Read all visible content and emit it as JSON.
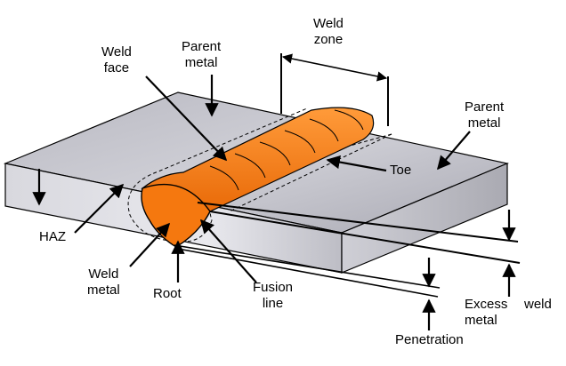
{
  "labels": {
    "weld_zone": [
      "Weld",
      "zone"
    ],
    "weld_face": [
      "Weld",
      "face"
    ],
    "parent_metal_top": [
      "Parent",
      "metal"
    ],
    "parent_metal_right": [
      "Parent",
      "metal"
    ],
    "toe": "Toe",
    "haz": "HAZ",
    "weld_metal": [
      "Weld",
      "metal"
    ],
    "root": "Root",
    "fusion_line": [
      "Fusion",
      "line"
    ],
    "excess_weld_metal": [
      "Excess",
      "weld",
      "metal"
    ],
    "penetration": "Penetration"
  },
  "colors": {
    "plate_top": "#c4c4cc",
    "plate_side": "#d6d6dc",
    "weld_bead": "#f47a14",
    "outline": "#000000"
  }
}
